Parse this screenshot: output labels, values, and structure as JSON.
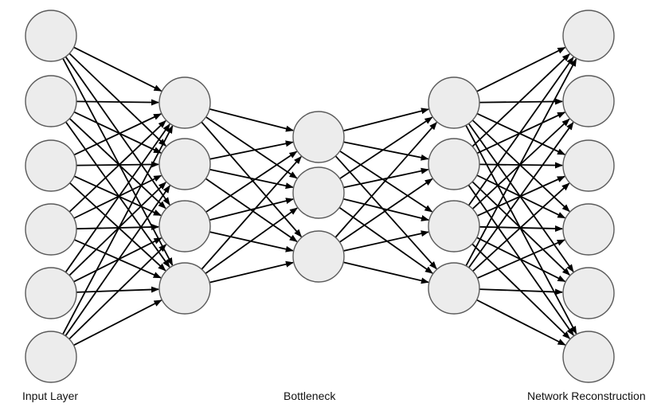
{
  "diagram": {
    "type": "autoencoder-network",
    "layer_sizes": [
      6,
      4,
      3,
      4,
      6
    ],
    "connections": "fully-connected",
    "colors": {
      "node_fill": "#ececec",
      "node_stroke": "#5a5a5a",
      "edge": "#000000"
    },
    "labels": {
      "input": "Input Layer",
      "bottleneck": "Bottleneck",
      "output": "Network Reconstruction"
    }
  }
}
